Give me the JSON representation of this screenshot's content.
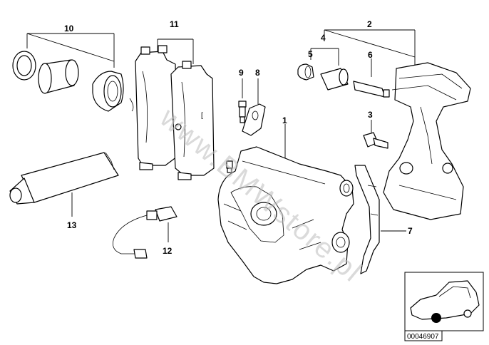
{
  "parts": [
    {
      "key": "p1",
      "label": "1"
    },
    {
      "key": "p2",
      "label": "2"
    },
    {
      "key": "p3",
      "label": "3"
    },
    {
      "key": "p4",
      "label": "4"
    },
    {
      "key": "p5",
      "label": "5"
    },
    {
      "key": "p6",
      "label": "6"
    },
    {
      "key": "p7",
      "label": "7"
    },
    {
      "key": "p8",
      "label": "8"
    },
    {
      "key": "p9",
      "label": "9"
    },
    {
      "key": "p10",
      "label": "10"
    },
    {
      "key": "p11",
      "label": "11"
    },
    {
      "key": "p12",
      "label": "12"
    },
    {
      "key": "p13",
      "label": "13"
    }
  ],
  "watermark": "www.BMWstore.pl",
  "inset": {
    "code": "00046907"
  }
}
